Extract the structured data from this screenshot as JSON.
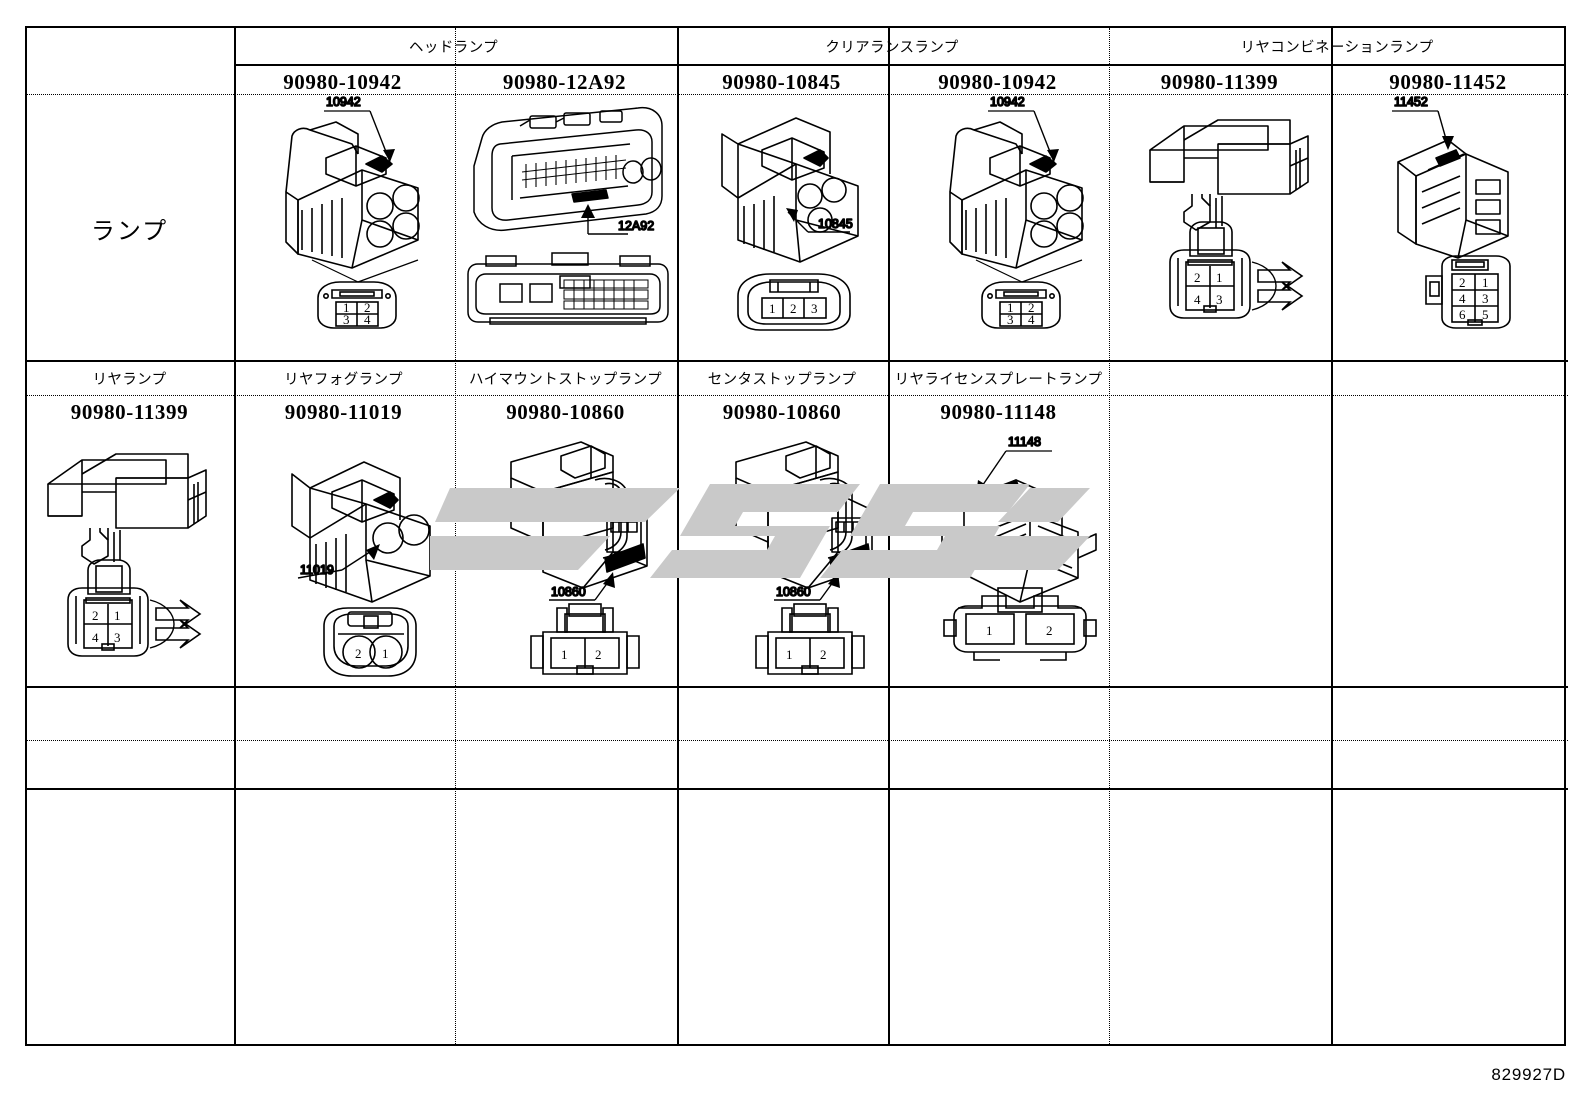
{
  "document": {
    "footer_code": "829927D",
    "row_label": "ランプ"
  },
  "groups": [
    {
      "name": "ヘッドランプ",
      "span": 2
    },
    {
      "name": "クリアランスランプ",
      "span": 2
    },
    {
      "name": "リヤコンビネーションランプ",
      "span": 2
    }
  ],
  "row1": {
    "parts": [
      {
        "part_no": "90980-10942",
        "callout": "10942",
        "connector_type": "4-pin-round-terminal",
        "pins": [
          "1",
          "2",
          "3",
          "4"
        ]
      },
      {
        "part_no": "90980-12A92",
        "callout": "12A92",
        "connector_type": "multi-pin-ecu",
        "pins": []
      },
      {
        "part_no": "90980-10845",
        "callout": "10845",
        "connector_type": "3-pin",
        "pins": [
          "1",
          "2",
          "3"
        ]
      },
      {
        "part_no": "90980-10942",
        "callout": "10942",
        "connector_type": "4-pin-round-terminal",
        "pins": [
          "1",
          "2",
          "3",
          "4"
        ]
      },
      {
        "part_no": "90980-11399",
        "callout": "",
        "connector_type": "4-pin-clip",
        "pins": [
          "2",
          "1",
          "4",
          "3"
        ]
      },
      {
        "part_no": "90980-11452",
        "callout": "11452",
        "connector_type": "6-pin",
        "pins": [
          "2",
          "1",
          "4",
          "3",
          "6",
          "5"
        ]
      }
    ]
  },
  "row2": {
    "sub_titles": [
      "リヤランプ",
      "リヤフォグランプ",
      "ハイマウントストップランプ",
      "センタストップランプ",
      "リヤライセンスプレートランプ",
      "",
      ""
    ],
    "parts": [
      {
        "part_no": "90980-11399",
        "callout": "",
        "connector_type": "4-pin-clip",
        "pins": [
          "2",
          "1",
          "4",
          "3"
        ]
      },
      {
        "part_no": "90980-11019",
        "callout": "11019",
        "connector_type": "2-pin-round",
        "pins": [
          "2",
          "1"
        ]
      },
      {
        "part_no": "90980-10860",
        "callout": "10860",
        "connector_type": "2-pin",
        "pins": [
          "1",
          "2"
        ]
      },
      {
        "part_no": "90980-10860",
        "callout": "10860",
        "connector_type": "2-pin",
        "pins": [
          "1",
          "2"
        ]
      },
      {
        "part_no": "90980-11148",
        "callout": "11148",
        "connector_type": "2-pin-wide",
        "pins": [
          "1",
          "2"
        ]
      },
      {
        "part_no": "",
        "callout": "",
        "connector_type": "",
        "pins": []
      },
      {
        "part_no": "",
        "callout": "",
        "connector_type": "",
        "pins": []
      }
    ]
  },
  "empty_rows": [
    {
      "cells": [
        "",
        "",
        "",
        "",
        "",
        "",
        ""
      ]
    },
    {
      "cells": [
        "",
        "",
        "",
        "",
        "",
        "",
        ""
      ]
    },
    {
      "cells": [
        "",
        "",
        "",
        "",
        "",
        "",
        ""
      ]
    }
  ],
  "colors": {
    "ink": "#000000",
    "paper": "#ffffff",
    "watermark": "#c9c9c9"
  }
}
